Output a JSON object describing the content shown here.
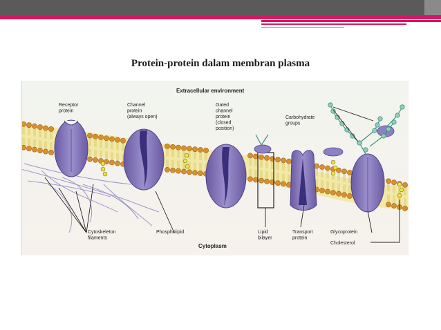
{
  "slide": {
    "title": "Protein-protein dalam membran plasma"
  },
  "diagram": {
    "extracellular_label": "Extracellular environment",
    "cytoplasm_label": "Cytoplasm",
    "labels": {
      "receptor_protein": [
        "Receptor",
        "protein"
      ],
      "channel_protein": [
        "Channel",
        "protein",
        "(always open)"
      ],
      "gated_channel_protein": [
        "Gated",
        "channel",
        "protein",
        "(closed",
        "position)"
      ],
      "carbohydrate_groups": [
        "Carbohydrate",
        "groups"
      ],
      "cytoskeleton_filaments": [
        "Cytoskeleton",
        "filaments"
      ],
      "phospholipid": [
        "Phospholipid"
      ],
      "lipid_bilayer": [
        "Lipid",
        "bilayer"
      ],
      "transport_protein": [
        "Transport",
        "protein"
      ],
      "glycoprotein": [
        "Glycoprotein"
      ],
      "cholesterol": [
        "Cholesterol"
      ]
    }
  },
  "colors": {
    "accent_pink": "#d9155f",
    "topbar_gray": "#5a5a5a",
    "membrane_yellow": "#f3e9a6",
    "lipid_head_orange": "#d9902c",
    "protein_purple": "#7b6db0",
    "carbohydrate_teal": "#7fc8b0",
    "cholesterol_yellow": "#f2e640"
  }
}
